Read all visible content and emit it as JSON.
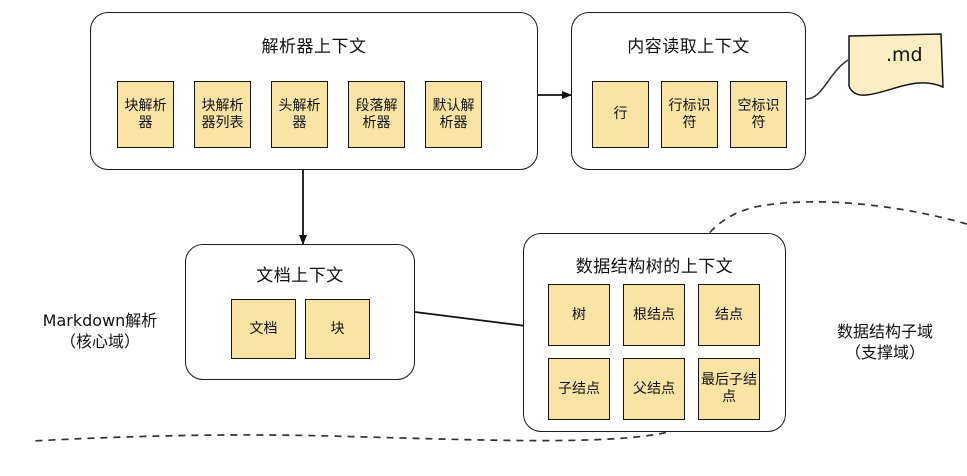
{
  "diagram": {
    "title_hidden": "",
    "colors": {
      "entity_fill": "#fae4a5",
      "note_fill": "#fbeec5",
      "stroke": "#141414",
      "background": "#ffffff"
    },
    "contexts": [
      {
        "id": "parser-context",
        "title": "解析器上下文",
        "entities": [
          {
            "id": "block-parser",
            "label": "块解析器"
          },
          {
            "id": "block-parser-list",
            "label": "块解析器列表"
          },
          {
            "id": "header-parser",
            "label": "头解析器"
          },
          {
            "id": "paragraph-parser",
            "label": "段落解析器"
          },
          {
            "id": "default-parser",
            "label": "默认解析器"
          }
        ]
      },
      {
        "id": "content-read-context",
        "title": "内容读取上下文",
        "entities": [
          {
            "id": "line",
            "label": "行"
          },
          {
            "id": "line-identifier",
            "label": "行标识符"
          },
          {
            "id": "blank-identifier",
            "label": "空标识符"
          }
        ]
      },
      {
        "id": "document-context",
        "title": "文档上下文",
        "entities": [
          {
            "id": "document",
            "label": "文档"
          },
          {
            "id": "block",
            "label": "块"
          }
        ]
      },
      {
        "id": "tree-context",
        "title": "数据结构树的上下文",
        "entities": [
          {
            "id": "tree",
            "label": "树"
          },
          {
            "id": "root-node",
            "label": "根结点"
          },
          {
            "id": "node",
            "label": "结点"
          },
          {
            "id": "child-node",
            "label": "子结点"
          },
          {
            "id": "parent-node",
            "label": "父结点"
          },
          {
            "id": "last-child-node",
            "label": "最后子结点"
          }
        ]
      }
    ],
    "note": {
      "id": "md-file-note",
      "label": ".md"
    },
    "domain_labels": [
      {
        "id": "core-domain",
        "line1": "Markdown解析",
        "line2": "（核心域）",
        "text": "Markdown解析\n（核心域）"
      },
      {
        "id": "supporting-domain",
        "line1": "数据结构子域",
        "line2": "（支撑域）",
        "text": "数据结构子域\n（支撑域）"
      }
    ],
    "connectors": [
      {
        "id": "parser-to-content-read",
        "kind": "arrow",
        "from": "parser-context",
        "to": "content-read-context"
      },
      {
        "id": "parser-to-document",
        "kind": "arrow",
        "from": "parser-context",
        "to": "document-context"
      },
      {
        "id": "document-to-tree",
        "kind": "arrow",
        "from": "document-context",
        "to": "tree-context"
      },
      {
        "id": "content-read-to-md",
        "kind": "curve",
        "from": "content-read-context",
        "to": "md-file-note"
      },
      {
        "id": "domain-boundary",
        "kind": "dashed-boundary"
      }
    ]
  }
}
